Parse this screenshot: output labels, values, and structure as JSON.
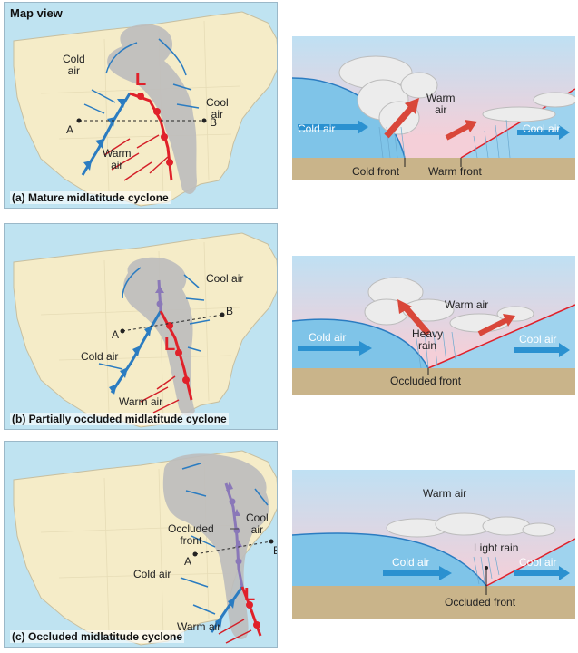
{
  "map_view_label": "Map view",
  "panels": [
    {
      "caption": "(a) Mature midlatitude cyclone",
      "low": "L",
      "map_labels": {
        "cold_air": "Cold\nair",
        "cool_air": "Cool\nair",
        "warm_air": "Warm\nair",
        "a": "A",
        "b": "B"
      },
      "cross_labels": {
        "cold_air": "Cold air",
        "warm_air": "Warm\nair",
        "cool_air": "Cool air",
        "cold_front": "Cold front",
        "warm_front": "Warm front"
      }
    },
    {
      "caption": "(b) Partially occluded midlatitude cyclone",
      "low": "L",
      "map_labels": {
        "cool_air": "Cool air",
        "cold_air": "Cold air",
        "warm_air": "Warm air",
        "a": "A",
        "b": "B"
      },
      "cross_labels": {
        "warm_air": "Warm air",
        "cold_air": "Cold air",
        "heavy_rain": "Heavy\nrain",
        "cool_air": "Cool air",
        "occluded_front": "Occluded front"
      }
    },
    {
      "caption": "(c) Occluded midlatitude cyclone",
      "low": "L",
      "map_labels": {
        "occluded_front": "Occluded\nfront",
        "cool_air": "Cool\nair",
        "cold_air": "Cold air",
        "warm_air": "Warm air",
        "a": "A",
        "b": "B"
      },
      "cross_labels": {
        "warm_air": "Warm air",
        "light_rain": "Light rain",
        "cold_air": "Cold air",
        "cool_air": "Cool air",
        "occluded_front": "Occluded front"
      }
    }
  ],
  "colors": {
    "land": "#f5ecc8",
    "water": "#bfe3f1",
    "cloud": "#bdbdbd",
    "cold_front": "#2b7cc1",
    "warm_front": "#e0212a",
    "occluded_front": "#8a78b8",
    "cold_mass": "#7fc4e8",
    "ground": "#c9b48a"
  }
}
